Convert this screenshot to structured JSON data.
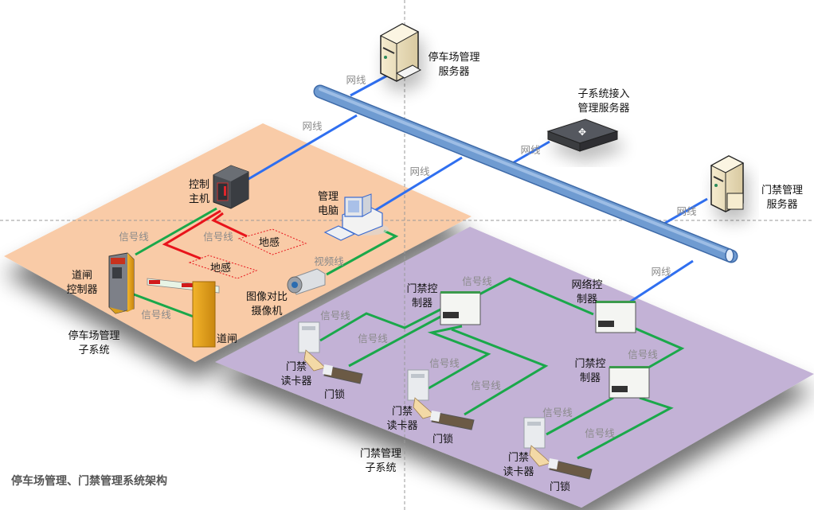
{
  "title": "停车场管理、门禁管理系统架构",
  "colors": {
    "parking_plate": "#f9cba7",
    "access_plate": "#c3b2d6",
    "network_wire": "#2f6ff0",
    "signal_wire": "#1aa84a",
    "sensor_wire": "#e8141b",
    "backbone": "#6f9bd1",
    "guide_line": "#999999"
  },
  "nodes": {
    "parking_server": [
      "停车场管理",
      "服务器"
    ],
    "subsystem_server": [
      "子系统接入",
      "管理服务器"
    ],
    "access_server": [
      "门禁管理",
      "服务器"
    ],
    "control_host": [
      "控制",
      "主机"
    ],
    "mgmt_pc": [
      "管理",
      "电脑"
    ],
    "gate_controller": [
      "道闸",
      "控制器"
    ],
    "barrier_gate": [
      "道闸"
    ],
    "camera": [
      "图像对比",
      "摄像机"
    ],
    "loop_sensor_1": [
      "地感"
    ],
    "loop_sensor_2": [
      "地感"
    ],
    "parking_subsystem": [
      "停车场管理",
      "子系统"
    ],
    "access_subsystem": [
      "门禁管理",
      "子系统"
    ],
    "door_controller_1": [
      "门禁控",
      "制器"
    ],
    "network_controller": [
      "网络控",
      "制器"
    ],
    "door_controller_2": [
      "门禁控",
      "制器"
    ],
    "card_reader_1": [
      "门禁",
      "读卡器"
    ],
    "card_reader_2": [
      "门禁",
      "读卡器"
    ],
    "card_reader_3": [
      "门禁",
      "读卡器"
    ],
    "door_lock_1": [
      "门锁"
    ],
    "door_lock_2": [
      "门锁"
    ],
    "door_lock_3": [
      "门锁"
    ]
  },
  "wires": {
    "network": "网线",
    "signal": "信号线",
    "video": "视频线"
  }
}
